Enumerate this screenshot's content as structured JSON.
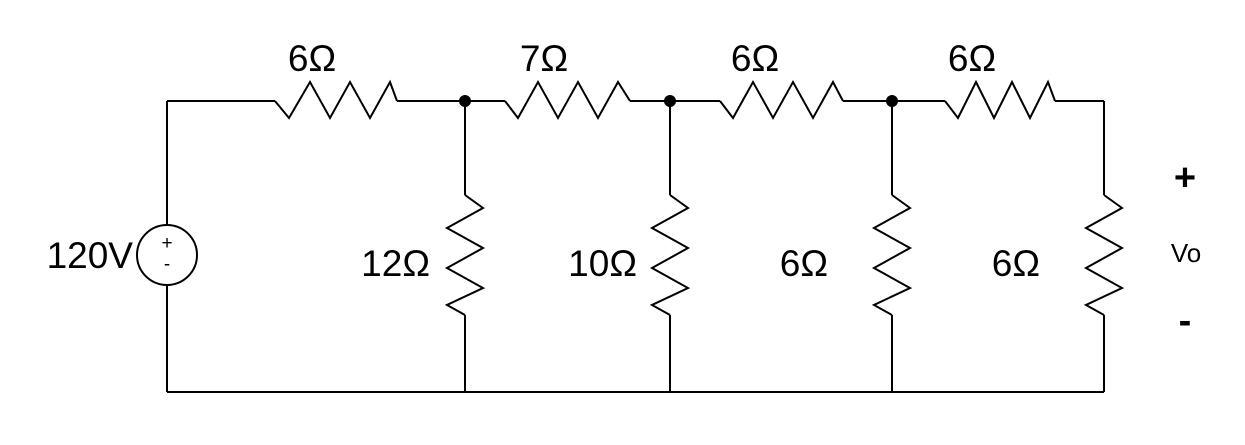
{
  "source": {
    "label": "120V",
    "plus": "+",
    "minus": "-"
  },
  "series_resistors": [
    {
      "label": "6Ω"
    },
    {
      "label": "7Ω"
    },
    {
      "label": "6Ω"
    },
    {
      "label": "6Ω"
    }
  ],
  "shunt_resistors": [
    {
      "label": "12Ω"
    },
    {
      "label": "10Ω"
    },
    {
      "label": "6Ω"
    },
    {
      "label": "6Ω"
    }
  ],
  "output": {
    "plus": "+",
    "label": "Vo",
    "minus": "-"
  }
}
